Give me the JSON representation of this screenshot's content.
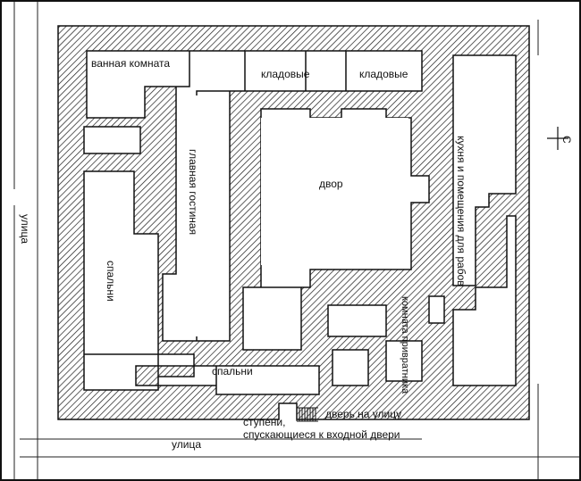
{
  "labels": {
    "bathroom": "ванная комната",
    "storage_left": "кладовые",
    "storage_right": "кладовые",
    "main_hall": "главная гостиная",
    "courtyard": "двор",
    "kitchen": "кухня и помещения для рабов",
    "bedrooms_left": "спальни",
    "bedrooms_bottom": "спальни",
    "porter_room": "комната привратника",
    "street_door": "дверь на улицу",
    "steps": "ступени,",
    "steps_line2": "спускающиеся к входной двери",
    "street_left": "улица",
    "street_bottom": "улица",
    "north_mark": "С"
  }
}
